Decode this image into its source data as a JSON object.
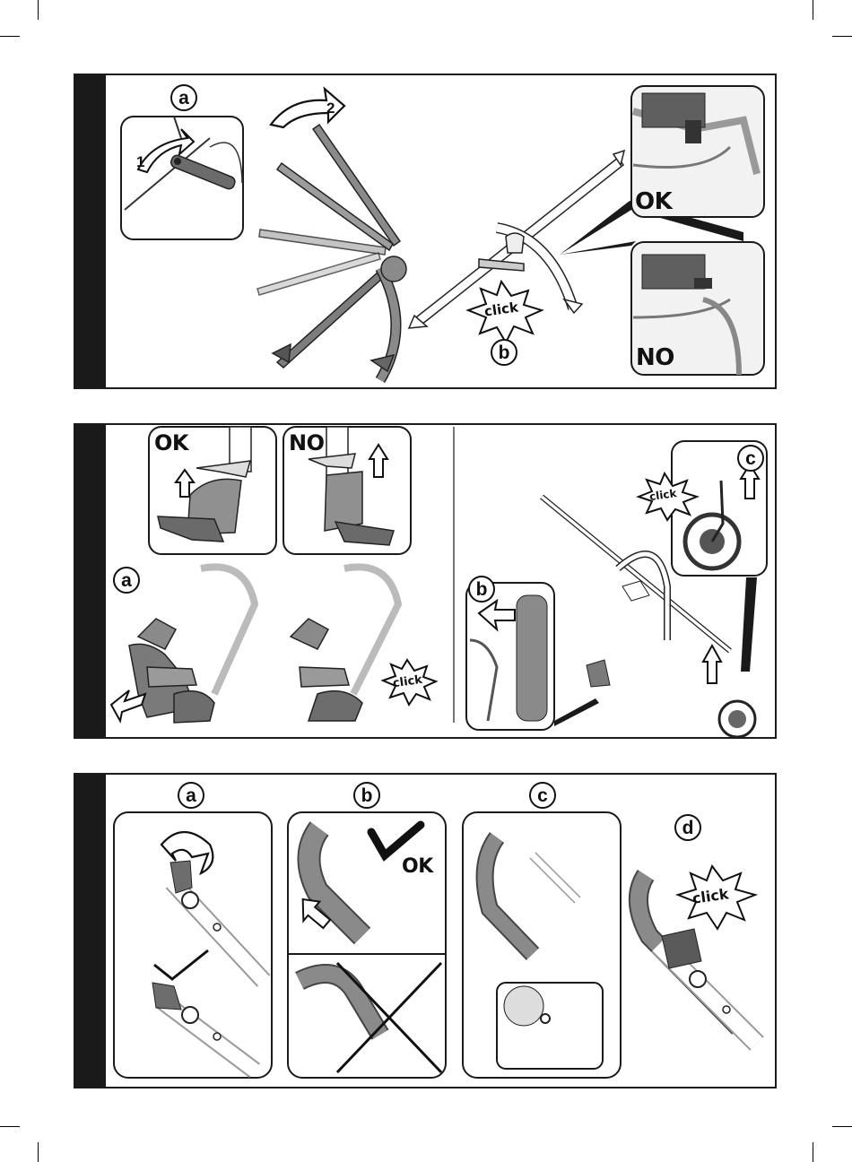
{
  "colors": {
    "frame": "#1a1a1a",
    "part_dark": "#5a5a5a",
    "part_mid": "#8c8c8c",
    "part_light": "#b8b8b8"
  },
  "panel1": {
    "label_a": "a",
    "label_b": "b",
    "step_1": "1",
    "step_2": "2",
    "click": "click",
    "ok": "OK",
    "no": "NO"
  },
  "panel2": {
    "label_a": "a",
    "label_b": "b",
    "label_c": "c",
    "ok": "OK",
    "no": "NO",
    "click_a": "click",
    "click_c": "click"
  },
  "panel3": {
    "label_a": "a",
    "label_b": "b",
    "label_c": "c",
    "label_d": "d",
    "ok": "OK",
    "click": "click"
  },
  "icons": [
    "curved-arrow-icon",
    "arrow-up-icon",
    "arrow-left-icon",
    "checkmark-icon",
    "cross-icon",
    "starburst-icon"
  ]
}
